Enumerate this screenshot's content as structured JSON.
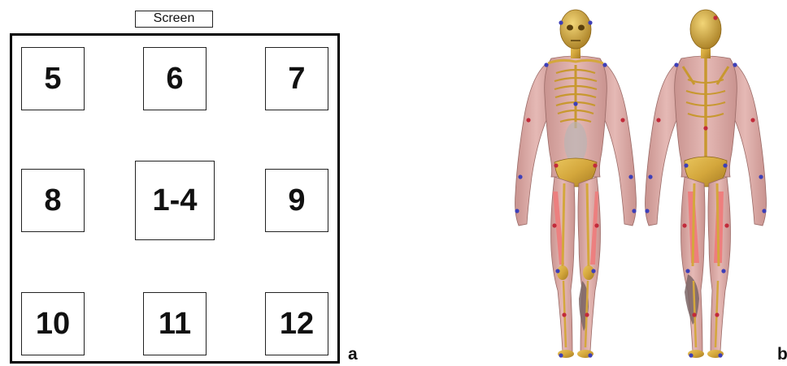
{
  "panel_a": {
    "screen_label": "Screen",
    "stations": [
      "5",
      "6",
      "7",
      "8",
      "1-4",
      "9",
      "10",
      "11",
      "12"
    ],
    "panel_label": "a"
  },
  "panel_b": {
    "panel_label": "b",
    "views": [
      "front-view",
      "back-view"
    ]
  },
  "colors": {
    "bone": "#d4a73c",
    "muscle": "#d9a9a9",
    "highlighted_muscle": "#ee7b7b",
    "marker_blue": "#3d3fb8",
    "marker_red": "#c22a3a"
  }
}
